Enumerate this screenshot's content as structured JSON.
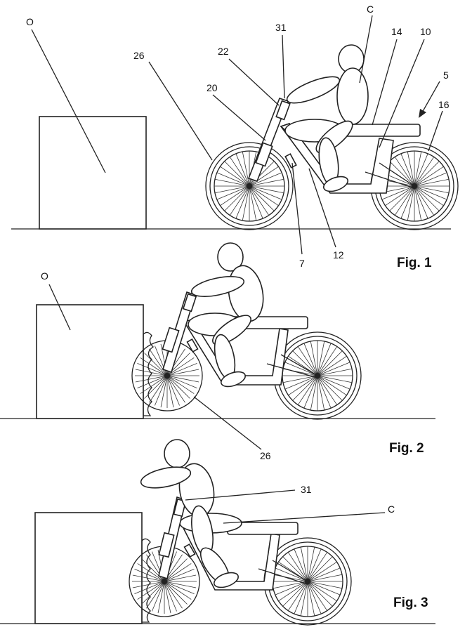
{
  "figures": [
    {
      "caption": "Fig. 1",
      "labels": {
        "obstacle": "O",
        "rider": "C",
        "vehicle": "5",
        "front_wheel": "26",
        "fork_top": "22",
        "fork": "20",
        "steer_head": "31",
        "seat": "14",
        "frame_rear": "10",
        "rear_wheel": "16",
        "sensor": "7",
        "frame": "12"
      }
    },
    {
      "caption": "Fig. 2",
      "labels": {
        "obstacle": "O",
        "front_wheel": "26"
      }
    },
    {
      "caption": "Fig. 3",
      "labels": {
        "steer_head": "31",
        "rider": "C"
      }
    }
  ]
}
